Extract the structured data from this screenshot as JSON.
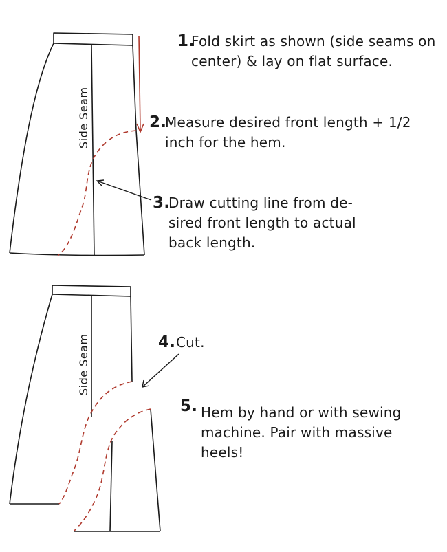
{
  "steps": [
    {
      "number": "1.",
      "text": "Fold skirt as shown (side seams on center) & lay on flat surface."
    },
    {
      "number": "2.",
      "text": "Measure desired front length + 1/2 inch for the hem."
    },
    {
      "number": "3.",
      "text": "Draw cutting line from de-sired front length to actual back length."
    },
    {
      "number": "4.",
      "text": "Cut."
    },
    {
      "number": "5.",
      "text": "Hem by hand or with sewing machine. Pair with massive heels!"
    }
  ],
  "labels": {
    "side_seam_top": "Side Seam",
    "side_seam_bottom": "Side Seam"
  },
  "colors": {
    "outline": "#1a1a1a",
    "measure_arrow": "#b03a2e",
    "cut_line": "#b03a2e"
  }
}
